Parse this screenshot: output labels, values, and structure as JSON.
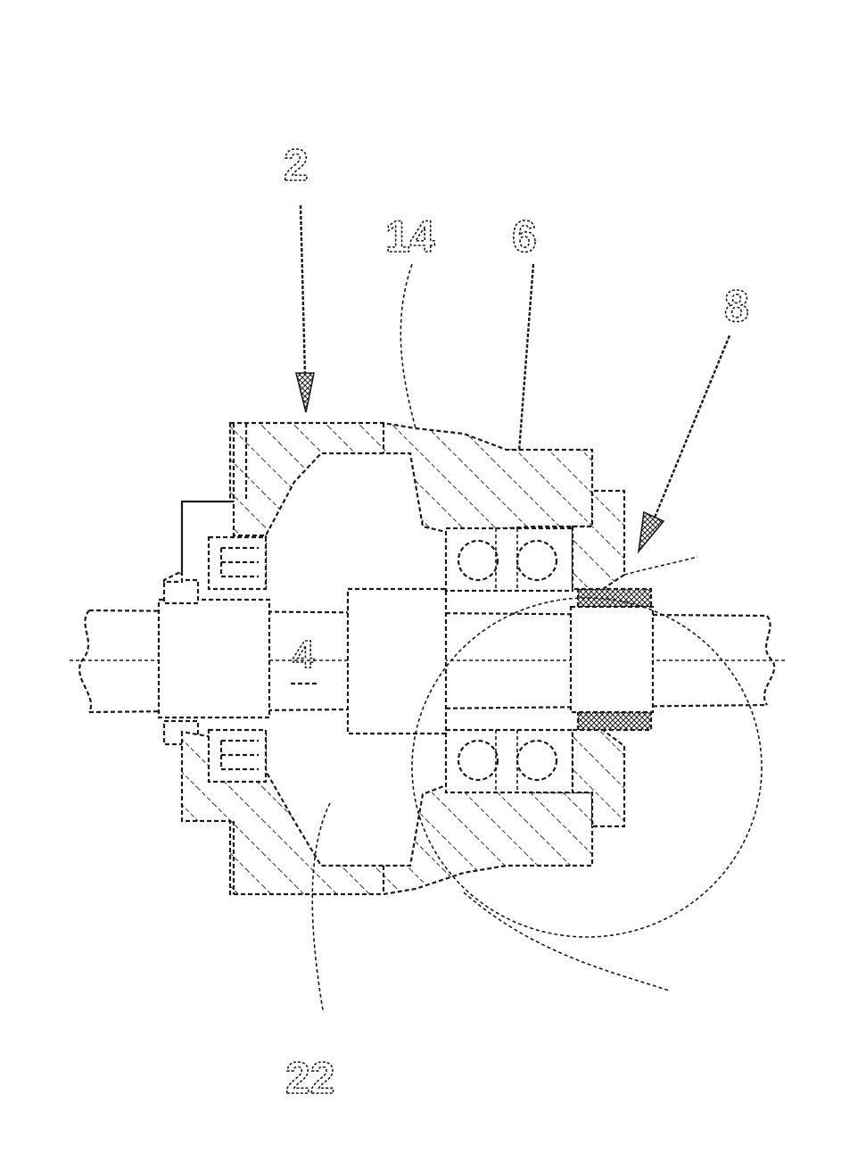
{
  "figure": {
    "labels": {
      "ref_2": "2",
      "ref_14": "14",
      "ref_6": "6",
      "ref_8": "8",
      "ref_4": "4",
      "ref_22": "22"
    }
  }
}
